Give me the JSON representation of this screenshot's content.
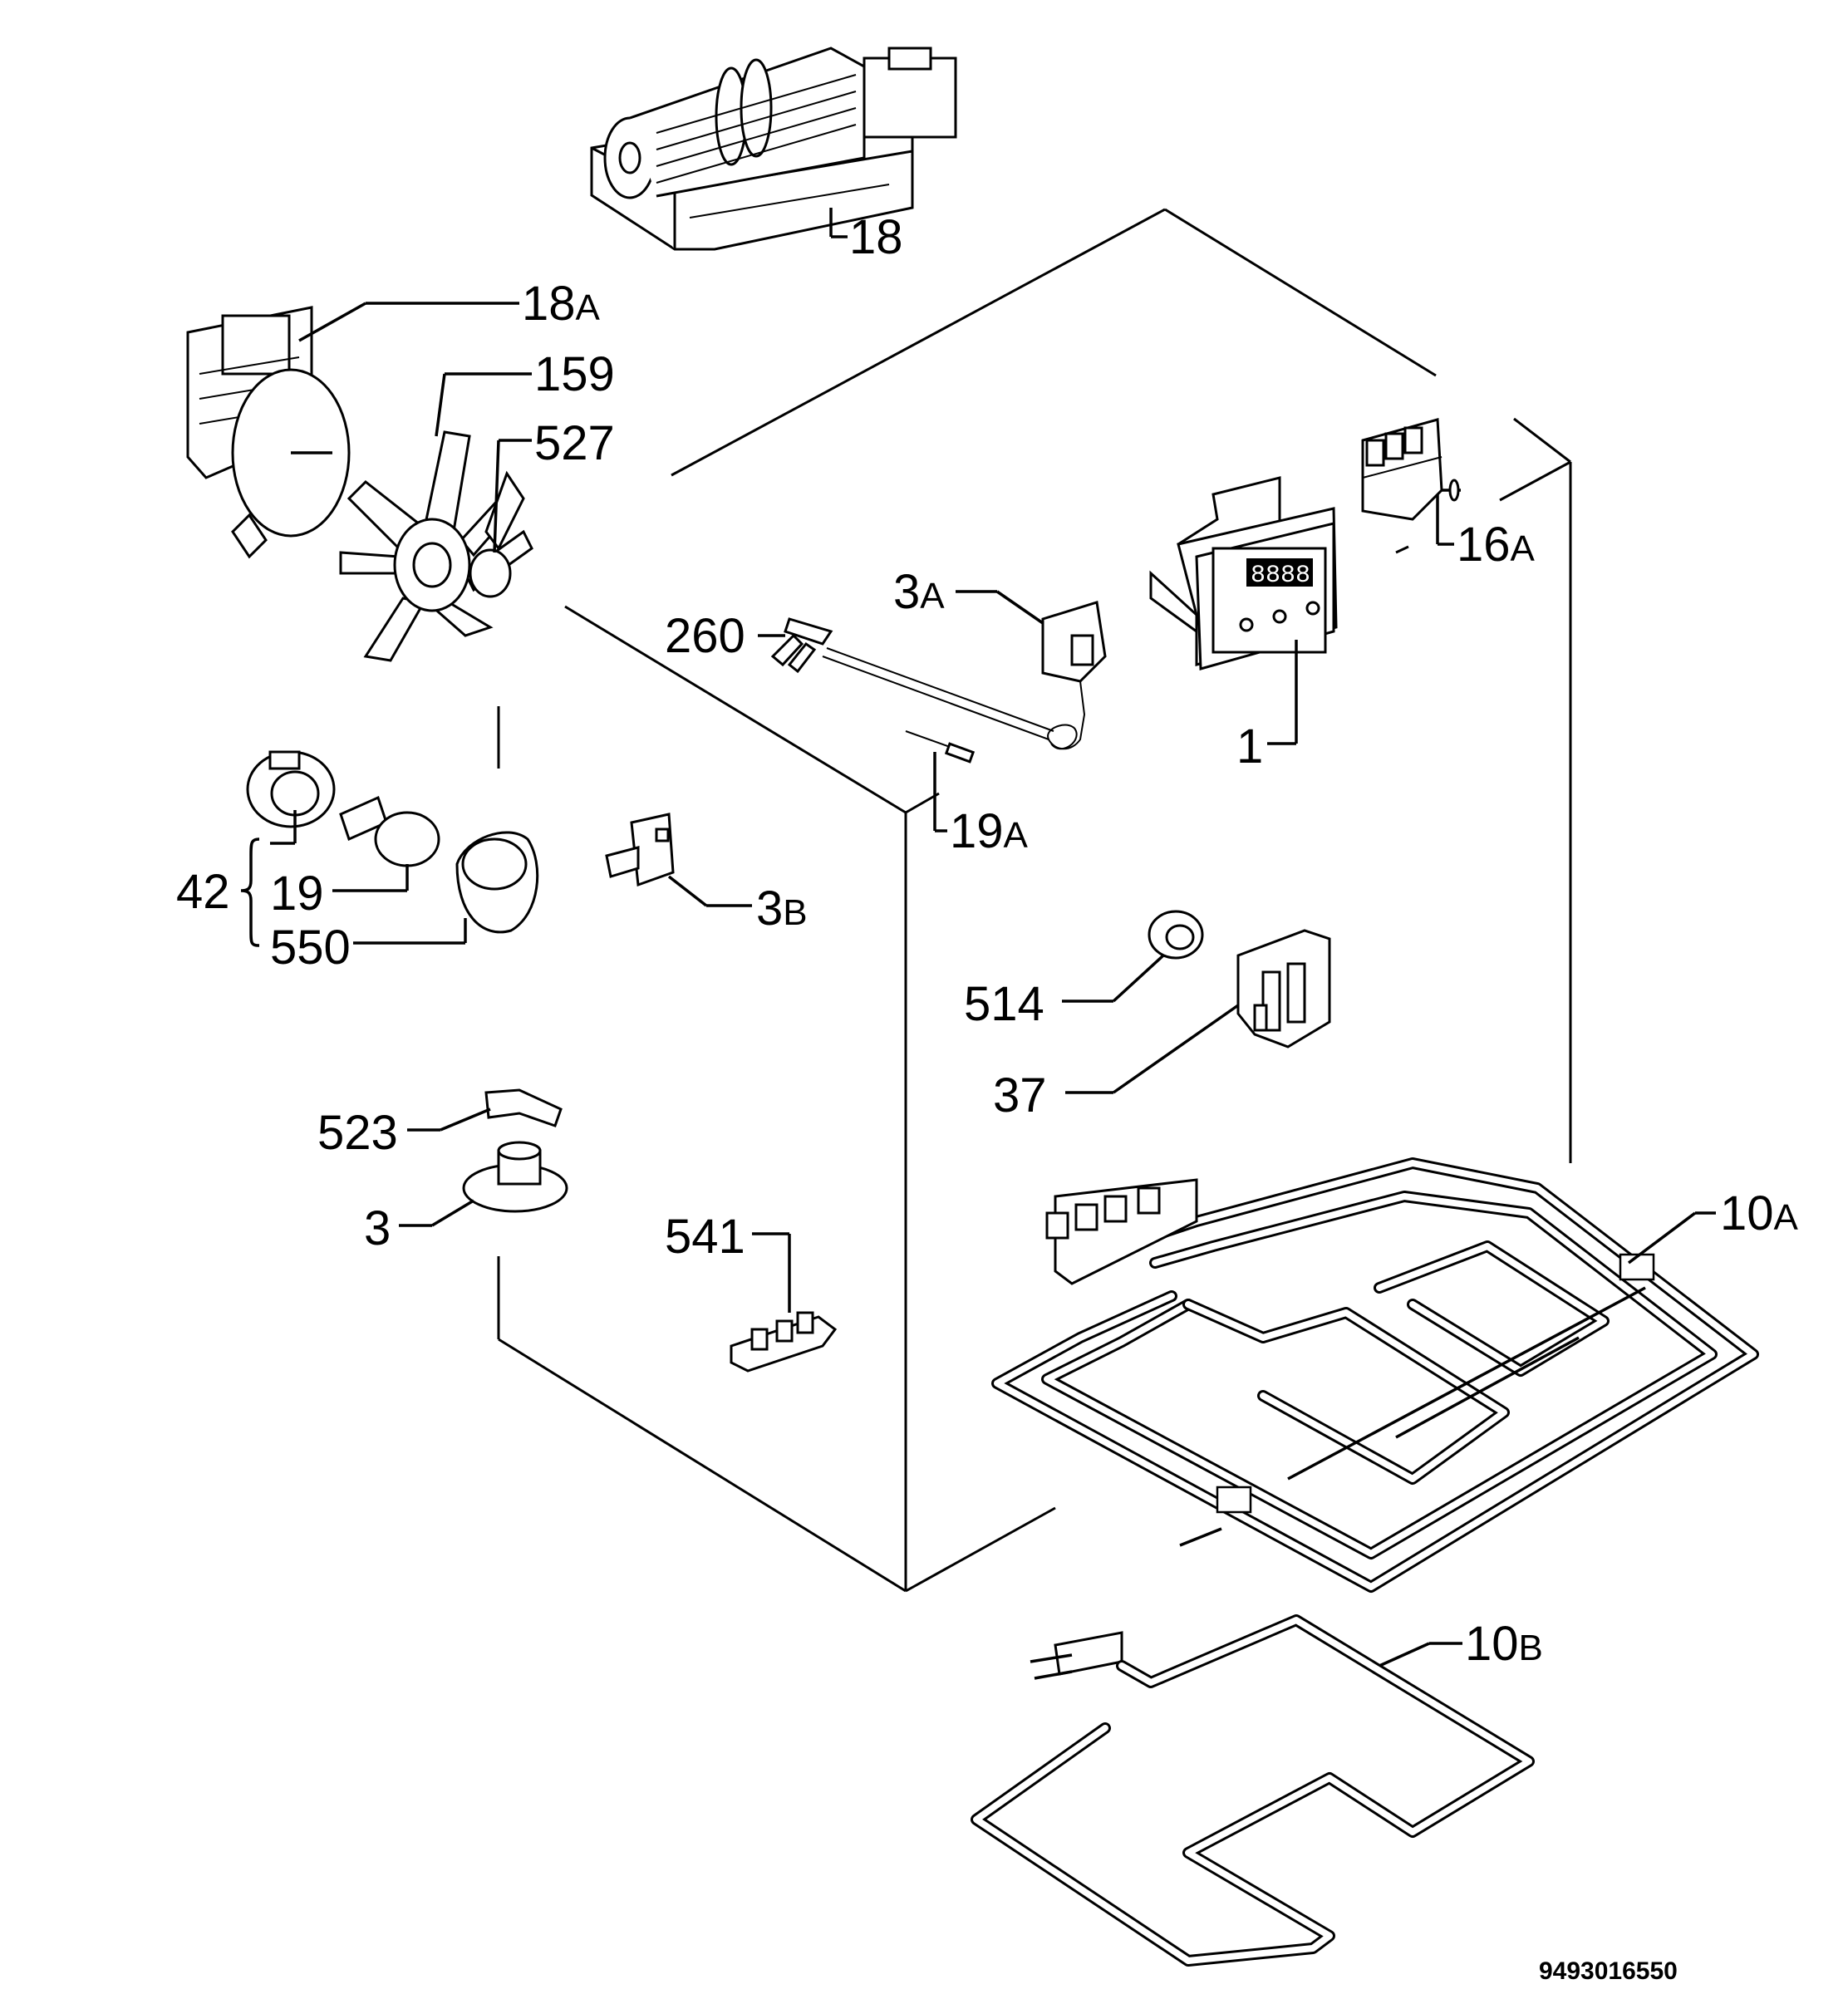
{
  "drawing_code": "9493016550",
  "callouts": [
    {
      "id": "18",
      "num": "18",
      "sub": ""
    },
    {
      "id": "18A",
      "num": "18",
      "sub": "A"
    },
    {
      "id": "159",
      "num": "159",
      "sub": ""
    },
    {
      "id": "527",
      "num": "527",
      "sub": ""
    },
    {
      "id": "16A",
      "num": "16",
      "sub": "A"
    },
    {
      "id": "3A",
      "num": "3",
      "sub": "A"
    },
    {
      "id": "260",
      "num": "260",
      "sub": ""
    },
    {
      "id": "1",
      "num": "1",
      "sub": ""
    },
    {
      "id": "19A",
      "num": "19",
      "sub": "A"
    },
    {
      "id": "42",
      "num": "42",
      "sub": ""
    },
    {
      "id": "19",
      "num": "19",
      "sub": ""
    },
    {
      "id": "550",
      "num": "550",
      "sub": ""
    },
    {
      "id": "3B",
      "num": "3",
      "sub": "B"
    },
    {
      "id": "514",
      "num": "514",
      "sub": ""
    },
    {
      "id": "37",
      "num": "37",
      "sub": ""
    },
    {
      "id": "523",
      "num": "523",
      "sub": ""
    },
    {
      "id": "3",
      "num": "3",
      "sub": ""
    },
    {
      "id": "541",
      "num": "541",
      "sub": ""
    },
    {
      "id": "10A",
      "num": "10",
      "sub": "A"
    },
    {
      "id": "10B",
      "num": "10",
      "sub": "B"
    }
  ]
}
